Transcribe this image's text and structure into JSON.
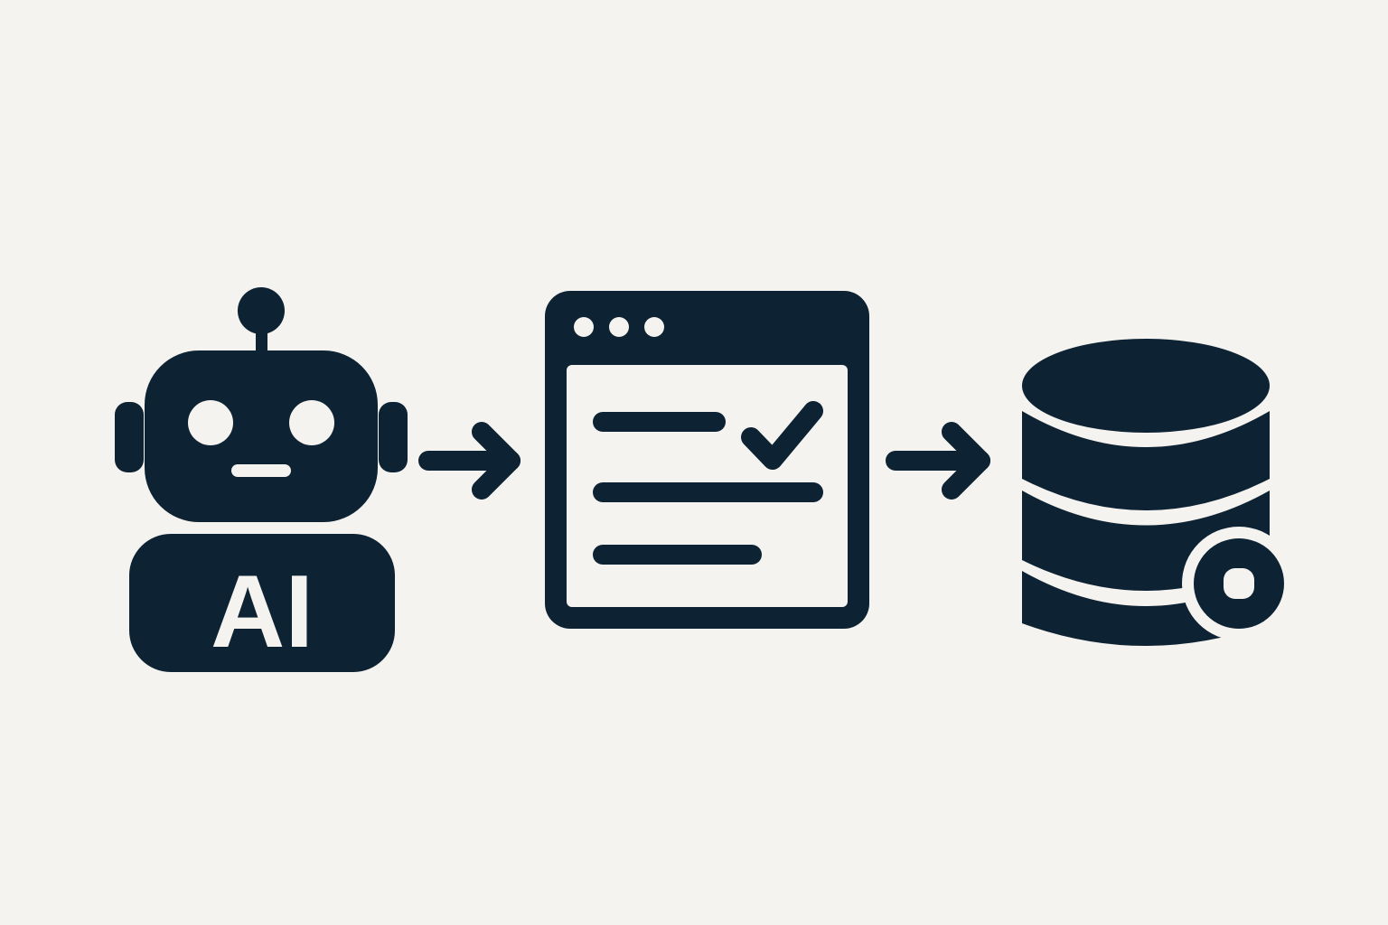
{
  "colors": {
    "background": "#f5f3ef",
    "ink": "#0d2233",
    "inner": "#f5f3ef"
  },
  "nodes": [
    {
      "id": "robot",
      "icon": "robot-icon",
      "badge_text": "AI"
    },
    {
      "id": "form",
      "icon": "browser-form-checklist-icon"
    },
    {
      "id": "database",
      "icon": "database-settings-icon"
    }
  ],
  "edges": [
    {
      "from": "robot",
      "to": "form",
      "icon": "arrow-right-icon"
    },
    {
      "from": "form",
      "to": "database",
      "icon": "arrow-right-icon"
    }
  ]
}
